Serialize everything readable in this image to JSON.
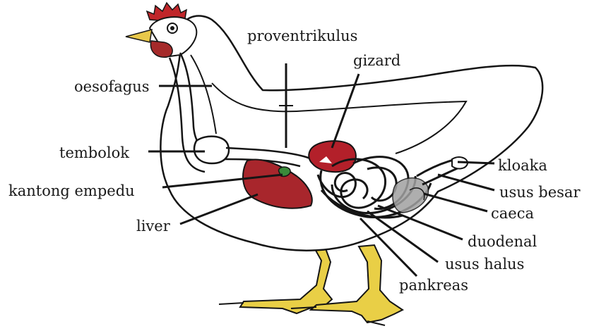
{
  "diagram": {
    "labels": {
      "proventrikulus": "proventrikulus",
      "gizard": "gizard",
      "oesofagus": "oesofagus",
      "tembolok": "tembolok",
      "kantong_empedu": "kantong empedu",
      "liver": "liver",
      "kloaka": "kloaka",
      "usus_besar": "usus besar",
      "caeca": "caeca",
      "duodenal": "duodenal",
      "usus_halus": "usus halus",
      "pankreas": "pankreas"
    },
    "colors": {
      "outline": "#151515",
      "comb": "#c0262a",
      "wattle": "#a52a2a",
      "beak": "#e8c84a",
      "legs": "#e9cf46",
      "liver": "#a8262c",
      "gizard": "#b3202a",
      "organs_gray": "#a0a0a0"
    }
  }
}
